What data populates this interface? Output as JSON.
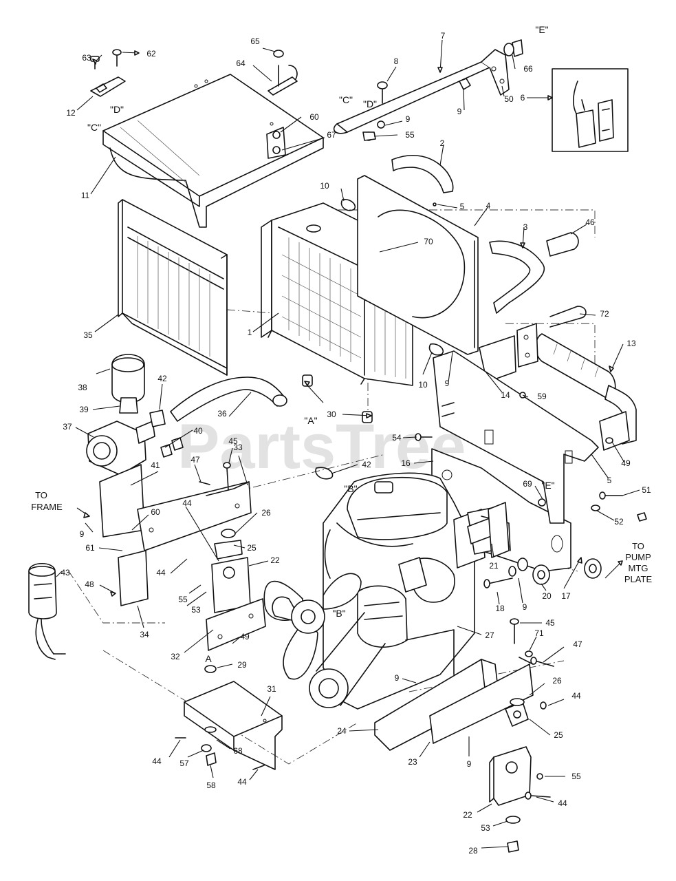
{
  "watermark": "PartsTree",
  "side_labels": {
    "to_frame": [
      "TO",
      "FRAME"
    ],
    "to_pump": [
      "TO",
      "PUMP",
      "MTG",
      "PLATE"
    ]
  },
  "reference_marks": [
    {
      "id": "ref-e-top",
      "text": "\"E\""
    },
    {
      "id": "ref-c-top",
      "text": "\"C\""
    },
    {
      "id": "ref-d-top",
      "text": "\"D\""
    },
    {
      "id": "ref-d-left",
      "text": "\"D\""
    },
    {
      "id": "ref-c-left",
      "text": "\"C\""
    },
    {
      "id": "ref-a",
      "text": "\"A\""
    },
    {
      "id": "ref-b",
      "text": "\"B\""
    },
    {
      "id": "ref-e-mid",
      "text": "\"E\""
    },
    {
      "id": "ref-b-engine",
      "text": "\"B\""
    },
    {
      "id": "ref-a-plain",
      "text": "A"
    }
  ],
  "callouts": [
    {
      "id": "63",
      "text": "63"
    },
    {
      "id": "62",
      "text": "62"
    },
    {
      "id": "65",
      "text": "65"
    },
    {
      "id": "64",
      "text": "64"
    },
    {
      "id": "12",
      "text": "12"
    },
    {
      "id": "60a",
      "text": "60"
    },
    {
      "id": "67",
      "text": "67"
    },
    {
      "id": "11",
      "text": "11"
    },
    {
      "id": "7",
      "text": "7"
    },
    {
      "id": "8",
      "text": "8"
    },
    {
      "id": "66",
      "text": "66"
    },
    {
      "id": "9a",
      "text": "9"
    },
    {
      "id": "9b",
      "text": "9"
    },
    {
      "id": "55a",
      "text": "55"
    },
    {
      "id": "50",
      "text": "50"
    },
    {
      "id": "6",
      "text": "6"
    },
    {
      "id": "2",
      "text": "2"
    },
    {
      "id": "10a",
      "text": "10"
    },
    {
      "id": "5a",
      "text": "5"
    },
    {
      "id": "4",
      "text": "4"
    },
    {
      "id": "3",
      "text": "3"
    },
    {
      "id": "46",
      "text": "46"
    },
    {
      "id": "70",
      "text": "70"
    },
    {
      "id": "35",
      "text": "35"
    },
    {
      "id": "1",
      "text": "1"
    },
    {
      "id": "72",
      "text": "72"
    },
    {
      "id": "13",
      "text": "13"
    },
    {
      "id": "10b",
      "text": "10"
    },
    {
      "id": "9c",
      "text": "9"
    },
    {
      "id": "14",
      "text": "14"
    },
    {
      "id": "59",
      "text": "59"
    },
    {
      "id": "38",
      "text": "38"
    },
    {
      "id": "42a",
      "text": "42"
    },
    {
      "id": "39",
      "text": "39"
    },
    {
      "id": "36",
      "text": "36"
    },
    {
      "id": "30",
      "text": "30"
    },
    {
      "id": "37",
      "text": "37"
    },
    {
      "id": "40",
      "text": "40"
    },
    {
      "id": "45a",
      "text": "45"
    },
    {
      "id": "42b",
      "text": "42"
    },
    {
      "id": "54",
      "text": "54"
    },
    {
      "id": "16",
      "text": "16"
    },
    {
      "id": "5b",
      "text": "5"
    },
    {
      "id": "49a",
      "text": "49"
    },
    {
      "id": "41",
      "text": "41"
    },
    {
      "id": "47a",
      "text": "47"
    },
    {
      "id": "33",
      "text": "33"
    },
    {
      "id": "69",
      "text": "69"
    },
    {
      "id": "51a",
      "text": "51"
    },
    {
      "id": "52",
      "text": "52"
    },
    {
      "id": "44a",
      "text": "44"
    },
    {
      "id": "60b",
      "text": "60"
    },
    {
      "id": "26a",
      "text": "26"
    },
    {
      "id": "9d",
      "text": "9"
    },
    {
      "id": "25a",
      "text": "25"
    },
    {
      "id": "61",
      "text": "61"
    },
    {
      "id": "22a",
      "text": "22"
    },
    {
      "id": "21",
      "text": "21"
    },
    {
      "id": "43",
      "text": "43"
    },
    {
      "id": "44b",
      "text": "44"
    },
    {
      "id": "48",
      "text": "48"
    },
    {
      "id": "55b",
      "text": "55"
    },
    {
      "id": "53a",
      "text": "53"
    },
    {
      "id": "20",
      "text": "20"
    },
    {
      "id": "17",
      "text": "17"
    },
    {
      "id": "18",
      "text": "18"
    },
    {
      "id": "9e",
      "text": "9"
    },
    {
      "id": "34",
      "text": "34"
    },
    {
      "id": "45b",
      "text": "45"
    },
    {
      "id": "32",
      "text": "32"
    },
    {
      "id": "49b",
      "text": "49"
    },
    {
      "id": "27",
      "text": "27"
    },
    {
      "id": "71",
      "text": "71"
    },
    {
      "id": "47b",
      "text": "47"
    },
    {
      "id": "29",
      "text": "29"
    },
    {
      "id": "9f",
      "text": "9"
    },
    {
      "id": "26b",
      "text": "26"
    },
    {
      "id": "31",
      "text": "31"
    },
    {
      "id": "44c",
      "text": "44"
    },
    {
      "id": "24",
      "text": "24"
    },
    {
      "id": "25b",
      "text": "25"
    },
    {
      "id": "44d",
      "text": "44"
    },
    {
      "id": "68",
      "text": "68"
    },
    {
      "id": "57",
      "text": "57"
    },
    {
      "id": "23",
      "text": "23"
    },
    {
      "id": "9g",
      "text": "9"
    },
    {
      "id": "55c",
      "text": "55"
    },
    {
      "id": "58",
      "text": "58"
    },
    {
      "id": "44e",
      "text": "44"
    },
    {
      "id": "22b",
      "text": "22"
    },
    {
      "id": "44f",
      "text": "44"
    },
    {
      "id": "53b",
      "text": "53"
    },
    {
      "id": "28",
      "text": "28"
    }
  ]
}
